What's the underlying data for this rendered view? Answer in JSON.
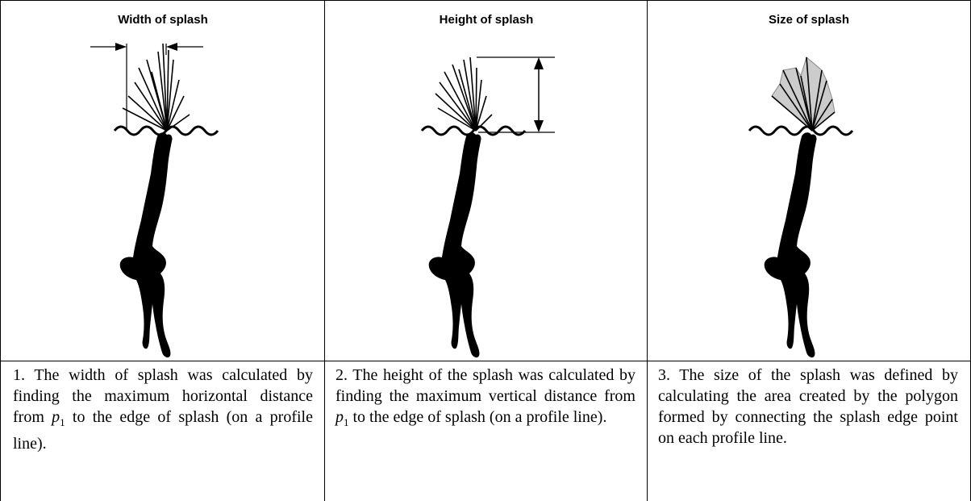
{
  "columns": [
    {
      "id": "width",
      "title": "Width of splash",
      "caption_prefix": "1. The width of splash was calculated by finding the maximum horizontal distance from ",
      "caption_var": "p",
      "caption_sub": "1",
      "caption_suffix": " to the edge of splash (on a profile line)."
    },
    {
      "id": "height",
      "title": "Height of splash",
      "caption_prefix": "2. The height of the splash was calculated by finding the maximum vertical distance from ",
      "caption_var": "p",
      "caption_sub": "1",
      "caption_suffix": " to the edge of splash (on a profile line)."
    },
    {
      "id": "size",
      "title": "Size of splash",
      "caption_prefix": "3. The size of the splash was defined by calculating the area created by the polygon formed by connecting the splash edge point on each profile line.",
      "caption_var": "",
      "caption_sub": "",
      "caption_suffix": ""
    }
  ],
  "colors": {
    "ink": "#000000",
    "fill": "#cccccc"
  }
}
